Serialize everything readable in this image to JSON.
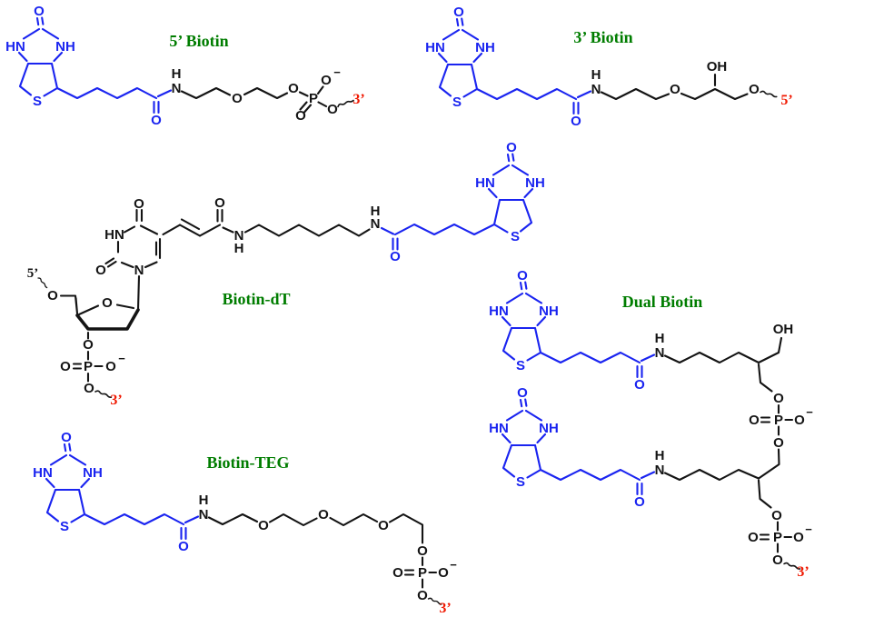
{
  "diagram": {
    "description": "Biotin oligonucleotide modification structures",
    "structures": [
      {
        "id": "biotin5",
        "title": "5’ Biotin",
        "end_3": "3’"
      },
      {
        "id": "biotin3",
        "title": "3’ Biotin",
        "end_5": "5’"
      },
      {
        "id": "biotin_dt",
        "title": "Biotin-dT",
        "end_5": "5’",
        "end_3": "3’"
      },
      {
        "id": "dual_biotin",
        "title": "Dual Biotin",
        "end_3": "3’"
      },
      {
        "id": "biotin_teg",
        "title": "Biotin-TEG",
        "end_3": "3’"
      }
    ]
  },
  "glyphs": {
    "O": "O",
    "HN": "HN",
    "NH": "NH",
    "S": "S",
    "N": "N",
    "H": "H",
    "P": "P",
    "OH": "OH",
    "minus": "−"
  },
  "colors": {
    "biotin_blue": "#1a24f0",
    "linker_black": "#141414",
    "title_green": "#007d00",
    "end_red": "#f01800",
    "background": "#ffffff"
  }
}
